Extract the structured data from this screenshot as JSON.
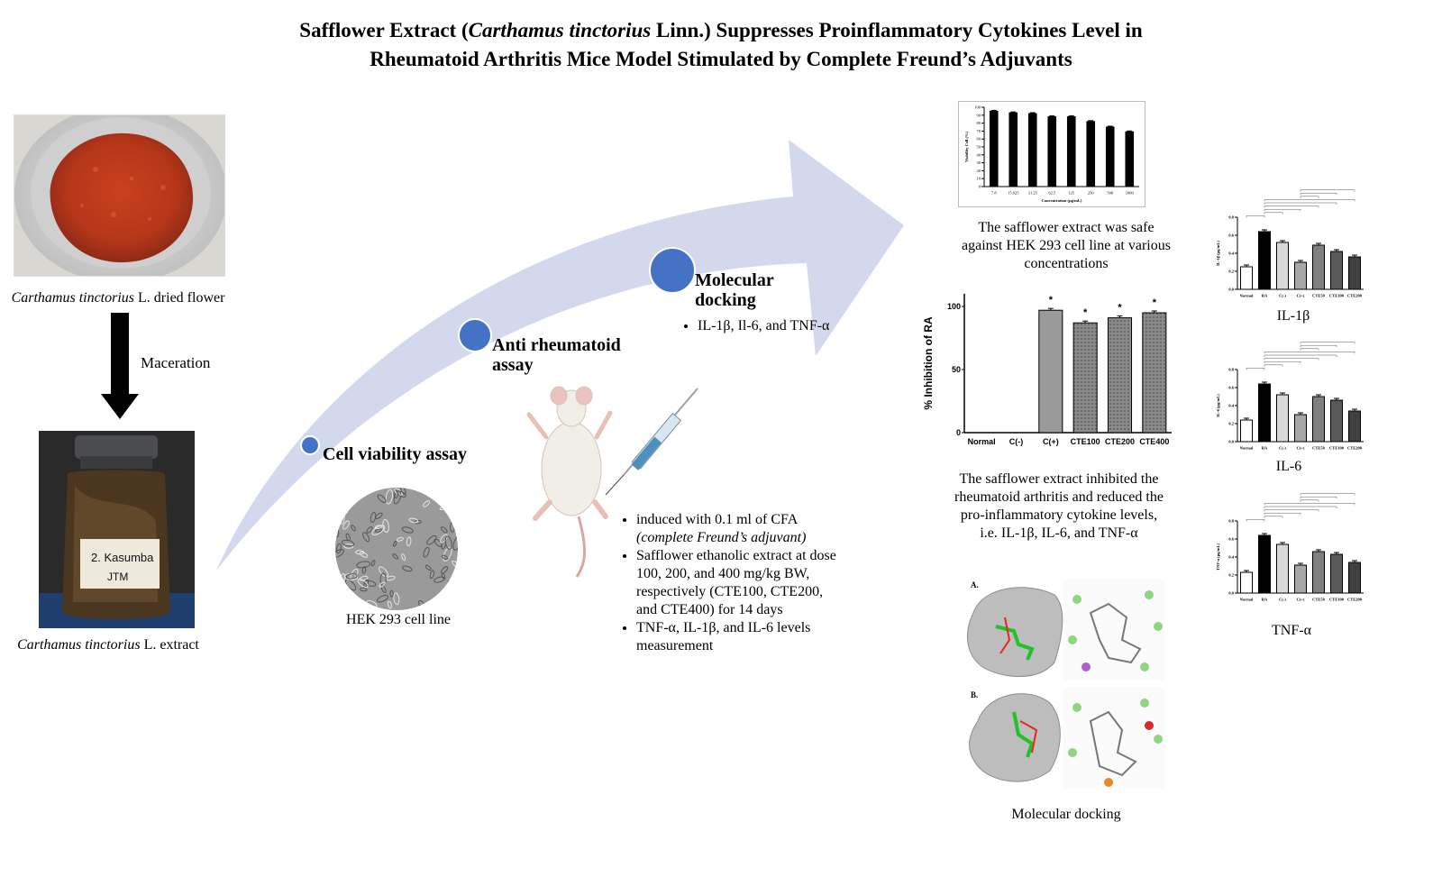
{
  "title_line1_pre": "Safflower Extract (",
  "title_line1_italic": "Carthamus tinctorius",
  "title_line1_post": " Linn.) Suppresses Proinflammatory Cytokines Level in",
  "title_line2": "Rheumatoid Arthritis Mice Model Stimulated by Complete Freund’s Adjuvants",
  "left": {
    "flower_caption_italic": "Carthamus tinctorius",
    "flower_caption_rest": " L. dried flower",
    "process_label": "Maceration",
    "jar_label_1": "2. Kasumba",
    "jar_label_2": "JTM",
    "extract_caption_italic": "Carthamus tinctorius",
    "extract_caption_rest": " L. extract"
  },
  "stages": {
    "cell": {
      "label": "Cell viability assay",
      "cell_caption": "HEK 293 cell line"
    },
    "anti": {
      "label_1": "Anti rheumatoid",
      "label_2": "assay"
    },
    "dock": {
      "label_1": "Molecular",
      "label_2": "docking",
      "bullet": "IL-1β, Il-6, and TNF-α"
    }
  },
  "assay_bullets": {
    "b1_line1": "induced with 0.1 ml of CFA",
    "b1_line2": "(complete Freund’s adjuvant)",
    "b2": "Safflower ethanolic extract at dose 100, 200, and 400 mg/kg BW, respectively (CTE100, CTE200, and CTE400) for 14 days",
    "b3": "TNF-α, IL-1β, and IL-6 levels measurement"
  },
  "captions": {
    "viability": "The safflower extract was safe against HEK 293 cell line at various concentrations",
    "inhibition": "The safflower extract inhibited the rheumatoid arthritis and reduced the pro-inflammatory cytokine levels, i.e. IL-1β, IL-6, and TNF-α",
    "docking": "Molecular docking",
    "docking_a": "A.",
    "docking_b": "B."
  },
  "colors": {
    "arrow": "#d3d8ec",
    "dot": "#4472c4",
    "dot_edge": "#ffffff"
  },
  "chart_data": [
    {
      "id": "viability",
      "type": "bar",
      "ylabel": "Viability Cell (%)",
      "xlabel": "Concentration (µg/mL)",
      "categories": [
        "7.8",
        "15.625",
        "31.25",
        "62.5",
        "125",
        "250",
        "500",
        "1000"
      ],
      "values": [
        95,
        93,
        92,
        88,
        88,
        82,
        75,
        69
      ],
      "ylim": [
        0,
        100
      ],
      "yticks": [
        "0",
        "10",
        "20",
        "30",
        "40",
        "50",
        "60",
        "70",
        "80",
        "90",
        "100"
      ],
      "color": "#000000"
    },
    {
      "id": "inhibition",
      "type": "bar",
      "ylabel": "% Inhibition of RA",
      "categories": [
        "Normal",
        "C(-)",
        "C(+)",
        "CTE100",
        "CTE200",
        "CTE400"
      ],
      "values": [
        0,
        0,
        97,
        87,
        91,
        95
      ],
      "ylim": [
        0,
        110
      ],
      "yticks": [
        "0",
        "50",
        "100"
      ],
      "sig": [
        "",
        "",
        "*",
        "*",
        "*",
        "*"
      ]
    },
    {
      "id": "il1b",
      "type": "bar",
      "title": "IL-1β",
      "ylabel": "IL-1β (pg/mL)",
      "categories": [
        "Normal",
        "RA",
        "C(-)",
        "C(+)",
        "CTE50",
        "CTE100",
        "CTE200"
      ],
      "values": [
        0.25,
        0.64,
        0.52,
        0.3,
        0.49,
        0.42,
        0.36
      ],
      "ylim": [
        0,
        0.8
      ],
      "yticks": [
        "0.0",
        "0.2",
        "0.4",
        "0.6",
        "0.8"
      ],
      "fills": [
        "#ffffff",
        "#000000",
        "#d9d9d9",
        "#a6a6a6",
        "#7f7f7f",
        "#595959",
        "#404040"
      ]
    },
    {
      "id": "il6",
      "type": "bar",
      "title": "IL-6",
      "ylabel": "IL-6 (pg/mL)",
      "categories": [
        "Normal",
        "RA",
        "C(-)",
        "C(+)",
        "CTE50",
        "CTE100",
        "CTE200"
      ],
      "values": [
        0.24,
        0.64,
        0.52,
        0.3,
        0.5,
        0.46,
        0.34
      ],
      "ylim": [
        0,
        0.8
      ],
      "yticks": [
        "0.0",
        "0.2",
        "0.4",
        "0.6",
        "0.8"
      ],
      "fills": [
        "#ffffff",
        "#000000",
        "#d9d9d9",
        "#a6a6a6",
        "#7f7f7f",
        "#595959",
        "#404040"
      ]
    },
    {
      "id": "tnfa",
      "type": "bar",
      "title": "TNF-α",
      "ylabel": "TNF-α (pg/mL)",
      "categories": [
        "Normal",
        "RA",
        "C(-)",
        "C(+)",
        "CTE50",
        "CTE100",
        "CTE200"
      ],
      "values": [
        0.23,
        0.64,
        0.54,
        0.31,
        0.46,
        0.43,
        0.34
      ],
      "ylim": [
        0,
        0.8
      ],
      "yticks": [
        "0.0",
        "0.2",
        "0.4",
        "0.6",
        "0.8"
      ],
      "fills": [
        "#ffffff",
        "#000000",
        "#d9d9d9",
        "#a6a6a6",
        "#7f7f7f",
        "#595959",
        "#404040"
      ]
    }
  ]
}
